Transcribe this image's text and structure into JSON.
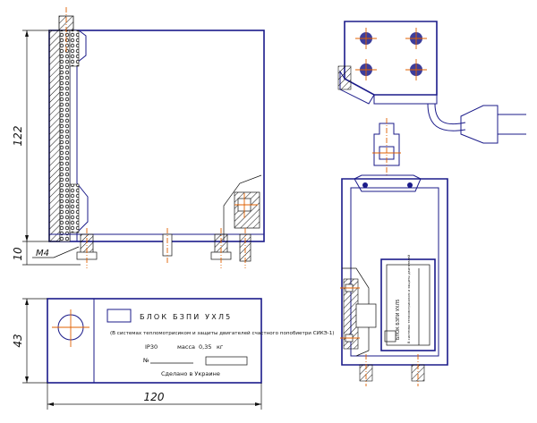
{
  "dimensions": {
    "height_main": "122",
    "height_feet": "10",
    "thread": "М4",
    "depth": "43",
    "width": "120"
  },
  "nameplate": {
    "title": "БЛОК БЗПИ УХЛ5",
    "subtitle": "(В системах тепломотрисиком и защиты двигателей счастного попобиетри СИКЭ-1)",
    "protection": "IP30",
    "mass_label": "масса",
    "mass_value": "0,35",
    "mass_unit": "кг",
    "number_label": "№",
    "made_in": "Сделано в Украине"
  },
  "side_plate": {
    "line1": "БЛОК БЗПИ УХЛ5",
    "line2": "В системах тепломотрисиком и защиты двигателей"
  },
  "colors": {
    "outline": "#1b1b8a",
    "centerline": "#e06000",
    "hatch": "#111111"
  }
}
